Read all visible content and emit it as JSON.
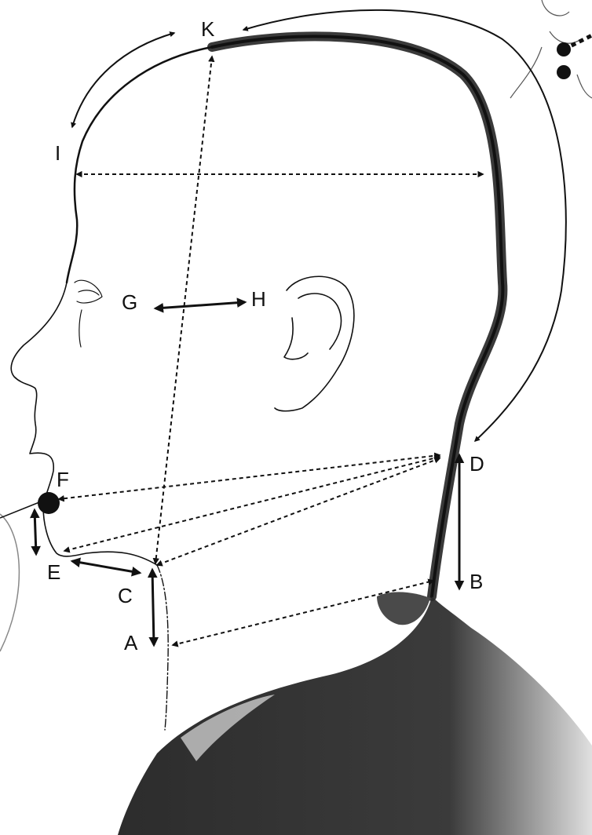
{
  "labels": {
    "K": "K",
    "I": "I",
    "G": "G",
    "H": "H",
    "F": "F",
    "E": "E",
    "C": "C",
    "A": "A",
    "D": "D",
    "B": "B"
  },
  "colors": {
    "line": "#111111",
    "shadow": "#3a3a3a",
    "background": "#ffffff"
  },
  "icons": [
    "arrowhead",
    "landmark-dot"
  ]
}
